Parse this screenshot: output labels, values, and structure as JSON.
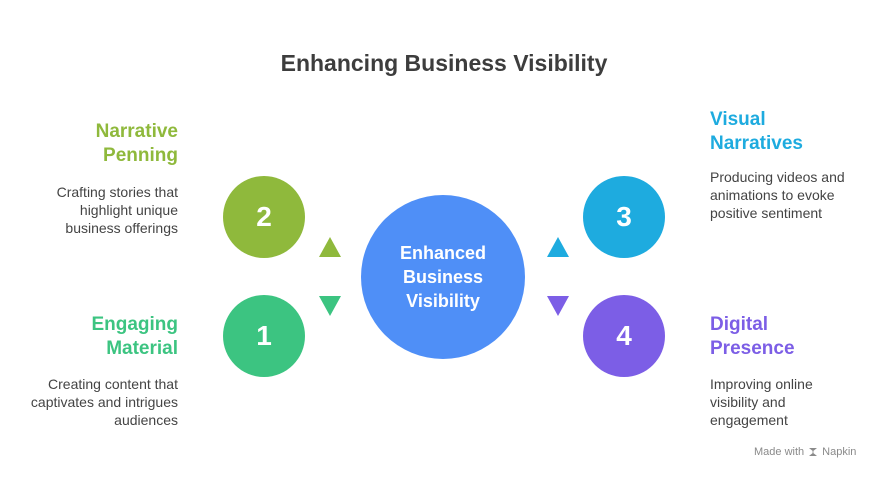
{
  "title": "Enhancing Business Visibility",
  "center": {
    "label": "Enhanced Business Visibility",
    "color": "#4f8ff7"
  },
  "items": [
    {
      "number": "1",
      "heading": "Engaging Material",
      "description": "Creating content that captivates and intrigues audiences",
      "color": "#3cc481"
    },
    {
      "number": "2",
      "heading": "Narrative Penning",
      "description": "Crafting stories that highlight unique business offerings",
      "color": "#8fb93c"
    },
    {
      "number": "3",
      "heading": "Visual Narratives",
      "description": "Producing videos and animations to evoke positive sentiment",
      "color": "#1eabdf"
    },
    {
      "number": "4",
      "heading": "Digital Presence",
      "description": "Improving online visibility and engagement",
      "color": "#7c5ee6"
    }
  ],
  "footer": {
    "made_with": "Made with",
    "brand": "Napkin"
  }
}
